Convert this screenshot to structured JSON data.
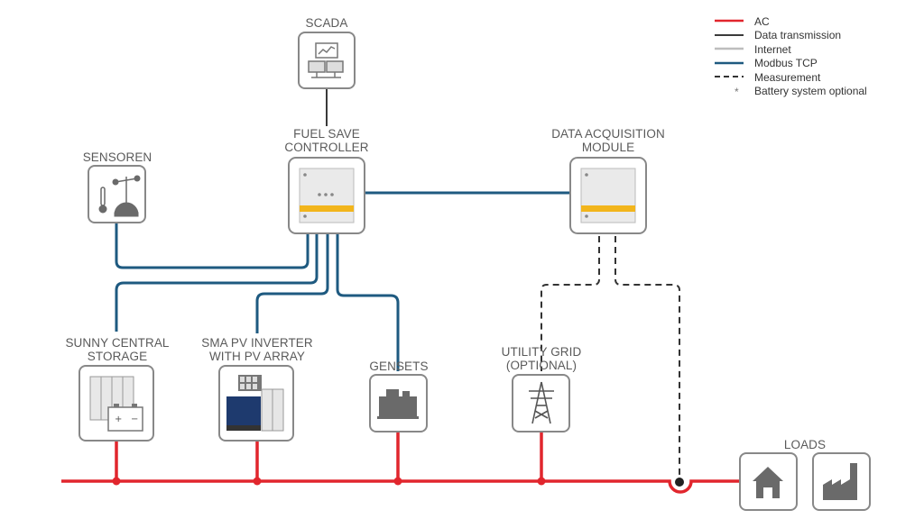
{
  "legend": {
    "ac": "AC",
    "data": "Data transmission",
    "internet": "Internet",
    "modbus": "Modbus TCP",
    "measurement": "Measurement",
    "battery": "Battery system optional",
    "star": "*"
  },
  "nodes": {
    "scada": "SCADA",
    "controller": [
      "FUEL SAVE",
      "CONTROLLER"
    ],
    "daq": [
      "DATA ACQUISITION",
      "MODULE"
    ],
    "sensoren": "SENSOREN",
    "storage": [
      "SUNNY CENTRAL",
      "STORAGE"
    ],
    "inverter": [
      "SMA PV INVERTER",
      "WITH PV ARRAY"
    ],
    "gensets": "GENSETS",
    "grid": [
      "UTILITY GRID",
      "(OPTIONAL)"
    ],
    "loads": "LOADS"
  },
  "colors": {
    "ac": "#e1262d",
    "data": "#3a3a3a",
    "internet": "#bdbdbd",
    "modbus": "#1e5a80",
    "measurement": "#333333",
    "yellow": "#f2b51c",
    "icon": "#6a6a6a"
  }
}
